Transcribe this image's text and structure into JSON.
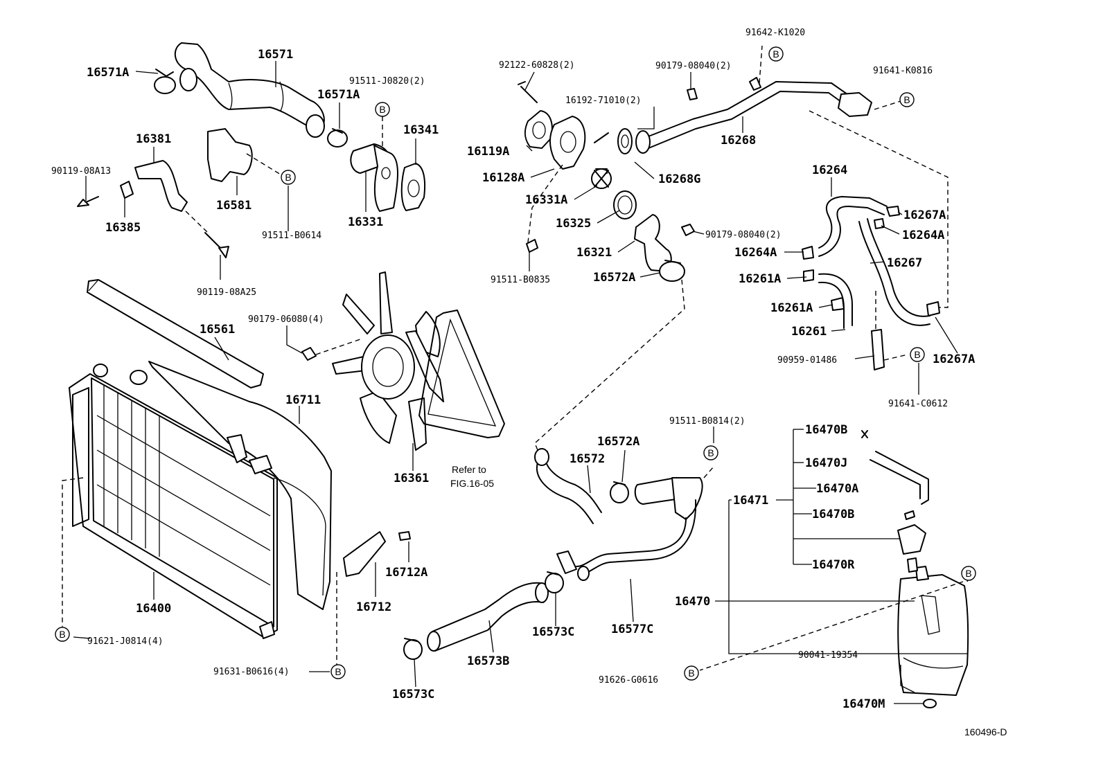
{
  "diagram": {
    "drawing_code": "160496-D",
    "note": {
      "line1": "Refer to",
      "line2": "FIG.16-05"
    },
    "bolt_marker_letter": "B",
    "labels": {
      "p16571": "16571",
      "p16571A_1": "16571A",
      "p16571A_2": "16571A",
      "p91511_J0820": "91511-J0820(2)",
      "p16341": "16341",
      "p16331": "16331",
      "p16381": "16381",
      "p90119_08A13": "90119-08A13",
      "p16385": "16385",
      "p16581": "16581",
      "p91511_B0614": "91511-B0614",
      "p90119_08A25": "90119-08A25",
      "p16561": "16561",
      "p90179_06080": "90179-06080(4)",
      "p16711": "16711",
      "p16361": "16361",
      "p16400": "16400",
      "p91621_J0814": "91621-J0814(4)",
      "p91631_B0616": "91631-B0616(4)",
      "p16712A": "16712A",
      "p16712": "16712",
      "p92122_60828": "92122-60828(2)",
      "p16119A": "16119A",
      "p16128A": "16128A",
      "p16331A": "16331A",
      "p16325": "16325",
      "p16321": "16321",
      "p16572A_1": "16572A",
      "p91511_B0835": "91511-B0835",
      "p90179_08040_1": "90179-08040(2)",
      "p90179_08040_2": "90179-08040(2)",
      "p16192_71010": "16192-71010(2)",
      "p16268G": "16268G",
      "p16268": "16268",
      "p91642_K1020": "91642-K1020",
      "p91641_K0816": "91641-K0816",
      "p16264": "16264",
      "p16267A_1": "16267A",
      "p16264A_1": "16264A",
      "p16264A_2": "16264A",
      "p16267": "16267",
      "p16261A_1": "16261A",
      "p16261A_2": "16261A",
      "p16261": "16261",
      "p16267A_2": "16267A",
      "p90959_01486": "90959-01486",
      "p91641_C0612": "91641-C0612",
      "p91511_B0814": "91511-B0814(2)",
      "p16572A_2": "16572A",
      "p16572": "16572",
      "p16573C_1": "16573C",
      "p16577C": "16577C",
      "p16573B": "16573B",
      "p16573C_2": "16573C",
      "p16470B_1": "16470B",
      "p16470J": "16470J",
      "p16470A": "16470A",
      "p16471": "16471",
      "p16470B_2": "16470B",
      "p16470R": "16470R",
      "p16470": "16470",
      "p90041_19354": "90041-19354",
      "p91626_G0616": "91626-G0616",
      "p16470M": "16470M"
    }
  }
}
